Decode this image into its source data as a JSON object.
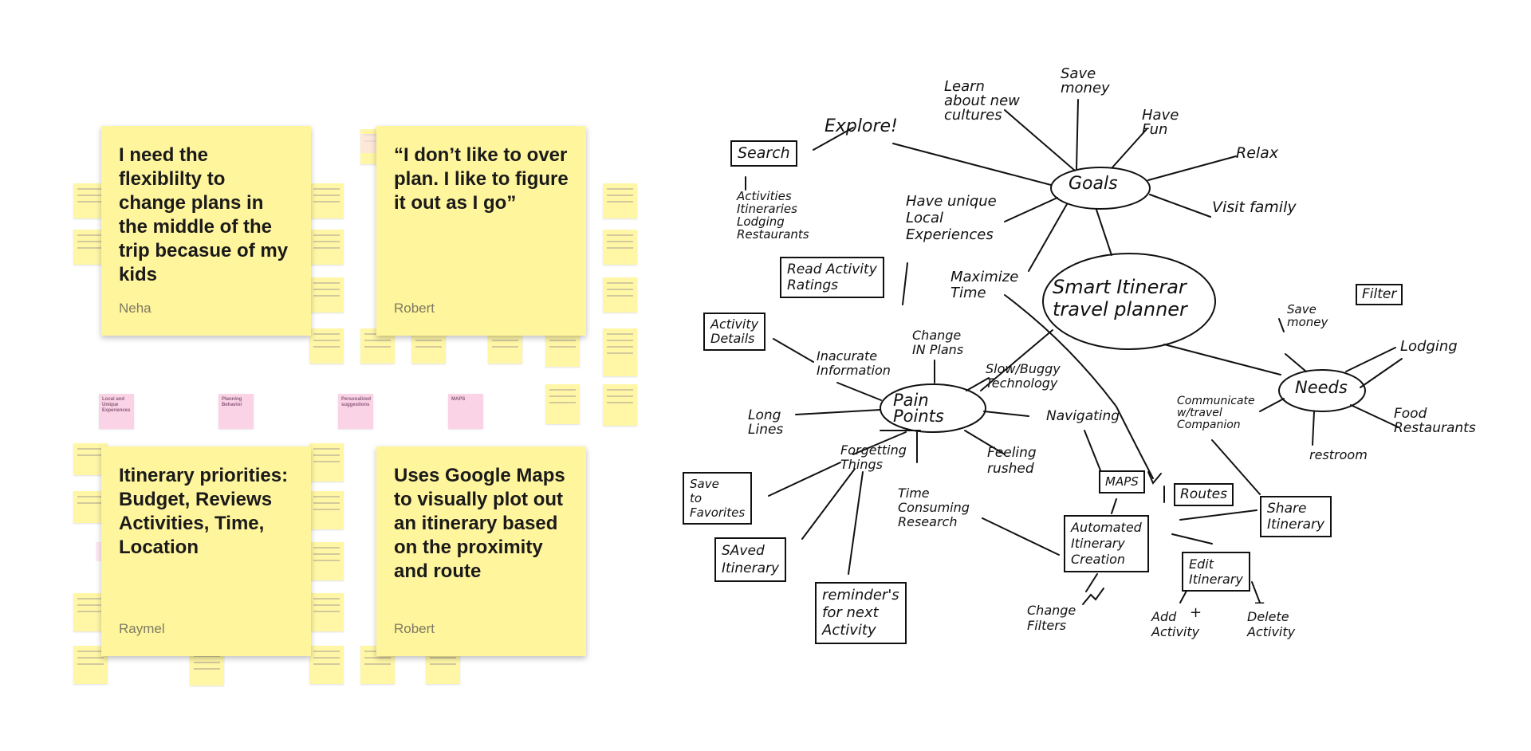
{
  "notes": [
    {
      "quote": "I need the flexiblilty to change plans in the middle of the trip becasue of my kids",
      "author": "Neha"
    },
    {
      "quote": "“I don’t like to over plan. I like to figure it out as I go”",
      "author": "Robert"
    },
    {
      "quote": "Itinerary priorities: Budget, Reviews Activities, Time, Location",
      "author": "Raymel"
    },
    {
      "quote": "Uses Google Maps to visually plot out an itinerary based on the proximity and route",
      "author": "Robert"
    }
  ],
  "category_tags": [
    "Local and Unique Experiences",
    "Planning Behavior",
    "Personalized suggestions",
    "MAPS"
  ],
  "mindmap": {
    "center": "Smart Itinerar\ntravel planner",
    "goals": "Goals",
    "goal_items": [
      "Explore!",
      "Learn\nabout new\ncultures",
      "Save\nmoney",
      "Have\nFun",
      "Relax",
      "Visit family",
      "Have unique\nLocal\nExperiences",
      "Maximize\nTime"
    ],
    "search": "Search",
    "search_items": "Activities\nItineraries\nLodging\nRestaurants",
    "read_ratings": "Read Activity\nRatings",
    "pain_points": "Pain\nPoints",
    "pain_items": [
      "Activity\nDetails",
      "Inacurate\nInformation",
      "Change\nIN Plans",
      "Slow/Buggy\nTechnology",
      "Long\nLines",
      "Navigating",
      "Forgetting\nThings",
      "Feeling\nrushed",
      "Time\nConsuming\nResearch"
    ],
    "save_favorites": "Save\nto\nFavorites",
    "saved_itinerary": "SAved\nItinerary",
    "reminders": "reminder's\nfor next\nActivity",
    "needs": "Needs",
    "need_items": [
      "Save\nmoney",
      "Lodging",
      "Food\nRestaurants",
      "restroom",
      "Communicate\nw/travel\nCompanion"
    ],
    "filter": "Filter",
    "maps": "MAPS",
    "routes": "Routes",
    "share_itinerary": "Share\nItinerary",
    "automated": "Automated\nItinerary\nCreation",
    "edit_itinerary": "Edit\nItinerary",
    "change_filters": "Change\nFilters",
    "add_activity": "Add\nActivity",
    "delete_activity": "Delete\nActivity",
    "plus": "+",
    "minus": "−"
  },
  "colors": {
    "sticky_yellow": "#fff59d",
    "mini_yellow": "#fff7a6",
    "tag_pink": "#fbd3e6",
    "ink": "#111111"
  }
}
